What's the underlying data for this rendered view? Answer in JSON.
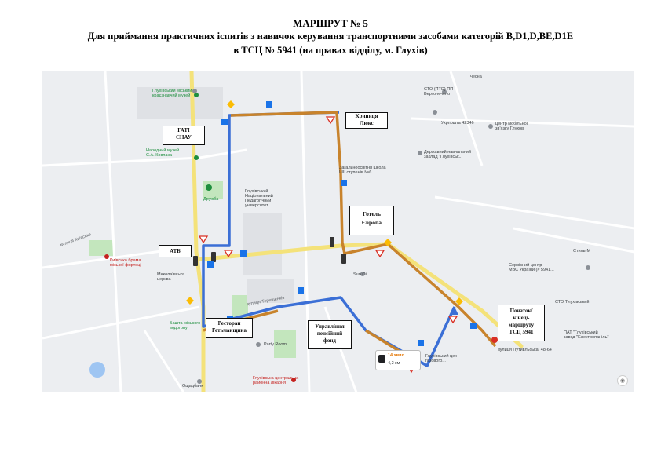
{
  "header": {
    "title": "МАРШРУТ № 5",
    "subtitle": "Для приймання практичних іспитів з навичок керування транспортними засобами категорій B,D1,D,BE,D1E",
    "subtitle2": "в ТСЦ № 5941 (на правах відділу, м. Глухів)"
  },
  "callouts": {
    "gati": [
      "ГАТІ",
      "СНАУ"
    ],
    "krynytsia": [
      "Криниця",
      "Люкс"
    ],
    "hotel": [
      "Готель",
      "Європа"
    ],
    "atb": "АТБ",
    "restaurant": [
      "Ресторан",
      "Гетьманщина"
    ],
    "pension": [
      "Управління",
      "пенсійний",
      "фонд"
    ],
    "start": [
      "Початок/",
      "кінець",
      "маршруту",
      "ТСЦ 5941"
    ]
  },
  "route_info": {
    "time": "14 хвил.",
    "distance": "4,2 км"
  },
  "map_labels": {
    "hlukhiv_museum": [
      "Глухівський міський",
      "краєзнавчий музей"
    ],
    "folk_museum": [
      "Народний музей",
      "С.А. Ковпака"
    ],
    "druzhba": "Дружба",
    "university": [
      "Глухівський",
      "Національний",
      "Педагогічний",
      "університет"
    ],
    "school": [
      "Загальноосвітня школа",
      "І-ІІІ ступенів №6"
    ],
    "sto": [
      "СТО (ПТО) ПП",
      "Вертолечено"
    ],
    "ukrposhta": "Укрпошта 42346",
    "center": [
      "центр мобільної",
      "зв'язку Глухов"
    ],
    "college": [
      "Державний навчальний",
      "заклад \"Глухівськ..."
    ],
    "kyiv_gate": [
      "Київська брама",
      "міської фортеці"
    ],
    "mykolaiv": [
      "Миколаївська",
      "церква"
    ],
    "vodogin": [
      "Башта міського",
      "водогону"
    ],
    "party": "Party Room",
    "sun_oil": "Sun Oil",
    "hospital": [
      "Глухівська центральна",
      "районна лікарня"
    ],
    "oschadbank": "Ощадбанк",
    "service_center": [
      "Сервісний центр",
      "МВС України (# 5941..."
    ],
    "stil": "Стиль-М",
    "plant": [
      "ПАТ \"Глухівський",
      "завод \"Електропаніль\""
    ],
    "sto_glukhiv": "СТО 'Глухівський",
    "start_addr": "вулиця Путивльська, 48-64",
    "street_1": "вулиця Київська",
    "street_2": "вулиця Терещенків",
    "chestnut": "чесна",
    "glukhiv_shop": [
      "Глухівський цех",
      "газового..."
    ]
  },
  "colors": {
    "route_orange": "#c8832c",
    "route_blue": "#3b6fd6",
    "route_yellow": "#f0e06a",
    "green_park": "#b9dfb3",
    "accent_red": "#d93025"
  }
}
